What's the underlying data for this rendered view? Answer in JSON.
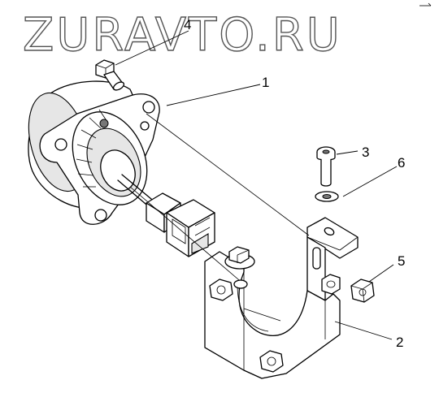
{
  "watermark": "ZURAVTO.RU",
  "callouts": {
    "c1": "1",
    "c2": "2",
    "c3": "3",
    "c4": "4",
    "c5": "5",
    "c6": "6"
  }
}
